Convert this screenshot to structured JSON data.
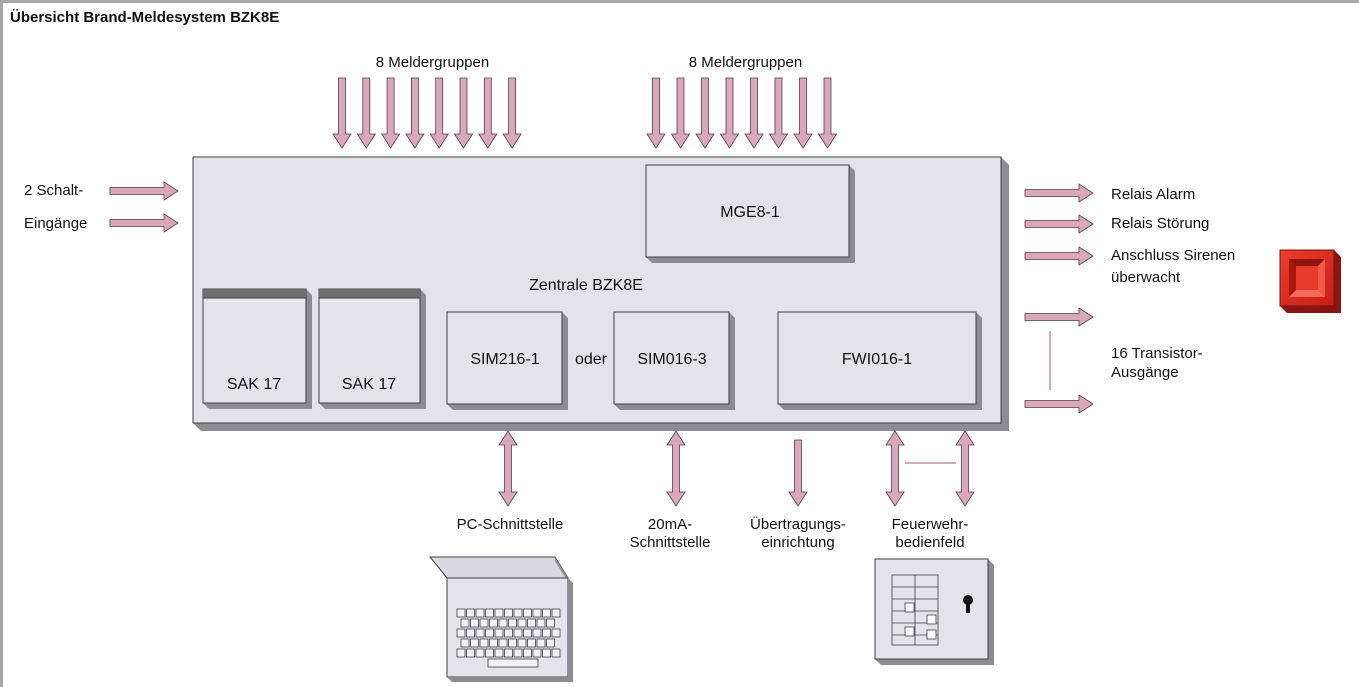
{
  "title": "Übersicht Brand-Meldesystem BZK8E",
  "colors": {
    "arrow_fill": "#d9a9bb",
    "arrow_stroke": "#5a3a48",
    "panel_fill": "#e4e3ea",
    "panel_shadow": "#8d8c93",
    "card_tab": "#6f6f6f",
    "siren_red": "#e02a1e",
    "siren_dark": "#b31b12"
  },
  "inputs": {
    "groups_left_label": "8 Meldergruppen",
    "groups_right_label": "8 Meldergruppen",
    "switch_inputs_label_1": "2 Schalt-",
    "switch_inputs_label_2": "Eingänge"
  },
  "central": {
    "label": "Zentrale BZK8E",
    "modules": {
      "mge": "MGE8-1",
      "sak_1": "SAK 17",
      "sak_2": "SAK 17",
      "sim216": "SIM216-1",
      "oder": "oder",
      "sim016": "SIM016-3",
      "fwi": "FWI016-1"
    }
  },
  "outputs": {
    "relay_alarm": "Relais Alarm",
    "relay_fault": "Relais Störung",
    "siren_1": "Anschluss Sirenen",
    "siren_2": "überwacht",
    "transistor_1": "16 Transistor-",
    "transistor_2": "Ausgänge"
  },
  "interfaces": {
    "pc": "PC-Schnittstelle",
    "ma_1": "20mA-",
    "ma_2": "Schnittstelle",
    "transfer_1": "Übertragungs-",
    "transfer_2": "einrichtung",
    "fire_panel_1": "Feuerwehr-",
    "fire_panel_2": "bedienfeld"
  },
  "icons": {
    "laptop": "laptop-icon",
    "fire_panel": "fire-brigade-panel-icon",
    "siren": "siren-icon",
    "keyhole": "keyhole-icon"
  }
}
